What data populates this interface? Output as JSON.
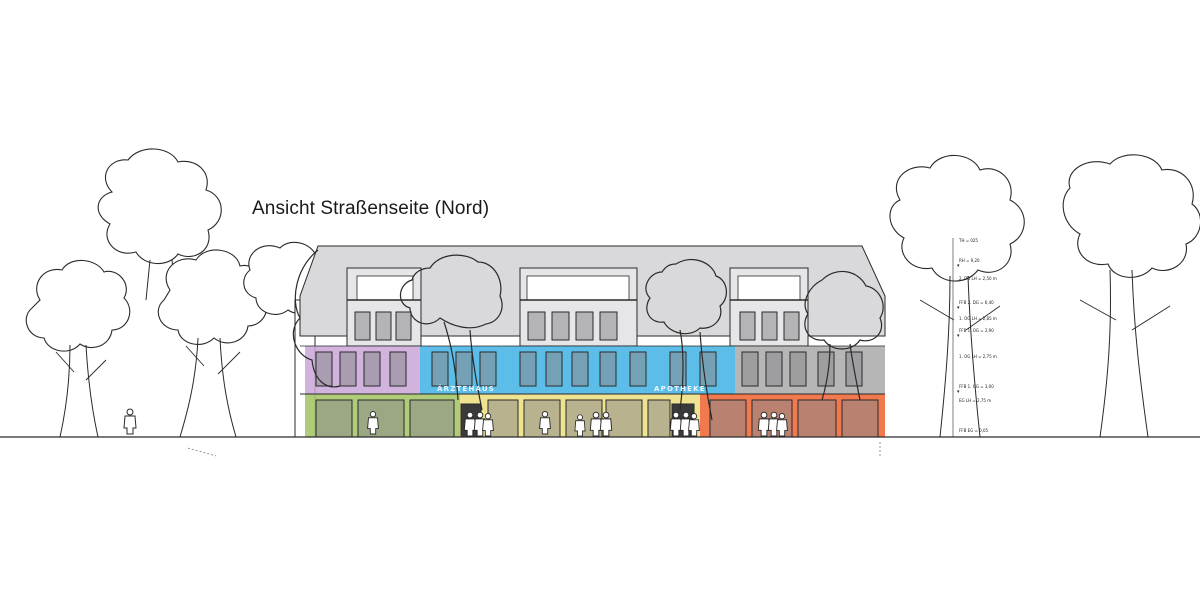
{
  "title": "Ansicht Straßenseite (Nord)",
  "signs": {
    "left": "ÄRZTEHAUS",
    "right": "APOTHEKE"
  },
  "levels": [
    "TH = 025",
    "RH = 9,20",
    "2. DG  LH = 2,50 m",
    "FFB 2. DG = 6,40",
    "1. OG  LH = 2,85 m",
    "FFB 1. OG = 2,90",
    "1. OG  LH = 2,75 m",
    "FFB 1. OG = 3,00",
    "EG  LH = 2,75 m",
    "FFB EG = 0,05"
  ],
  "colors": {
    "purple": "#c9a6d8",
    "blue": "#49b6e6",
    "green": "#a9c66a",
    "yellow": "#eee08a",
    "orange": "#f06a3a",
    "grey": "#a9a9a9",
    "roof": "#d9d9db",
    "line": "#2a2a2a"
  },
  "icons": [
    "tree-icon",
    "pedestrian-icon"
  ]
}
